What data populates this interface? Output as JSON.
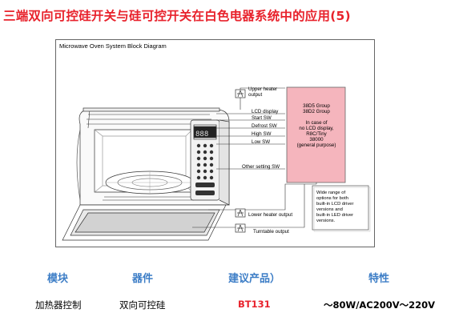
{
  "page": {
    "title": "三端双向可控硅开关与硅可控开关在白色电器系统中的应用(5)"
  },
  "diagram": {
    "title": "Microwave Oven System Block Diagram",
    "mcu_block": {
      "lines": [
        "38D5 Group",
        "38D2 Group",
        "In case of",
        "no LCD display,",
        "R8C/Tiny",
        "38000",
        "(general purpose)"
      ],
      "color": "#f5b5bd"
    },
    "signals": {
      "upper_heater": [
        "Upper heater",
        "output"
      ],
      "lcd_display": "LCD display",
      "start_sw": "Start SW",
      "defrost_sw": "Defrost SW",
      "high_sw": "High SW",
      "low_sw": "Low SW",
      "other_setting_sw": "Other setting SW",
      "lower_heater": "Lower heater output",
      "turntable": "Turntable output"
    },
    "note": {
      "lines": [
        "Wide range of",
        "options for both",
        "built-in LCD driver",
        "versions and",
        "built-in LED driver",
        "versions."
      ]
    },
    "display_digits": "888"
  },
  "table": {
    "headers": [
      "模块",
      "器件",
      "建议产品）",
      "特性"
    ],
    "row": [
      "加热器控制",
      "双向可控硅",
      "BT131",
      "～80W/AC200V～220V"
    ]
  },
  "colors": {
    "title": "#e8222c",
    "header": "#3c7dc6",
    "highlight": "#e8222c"
  }
}
